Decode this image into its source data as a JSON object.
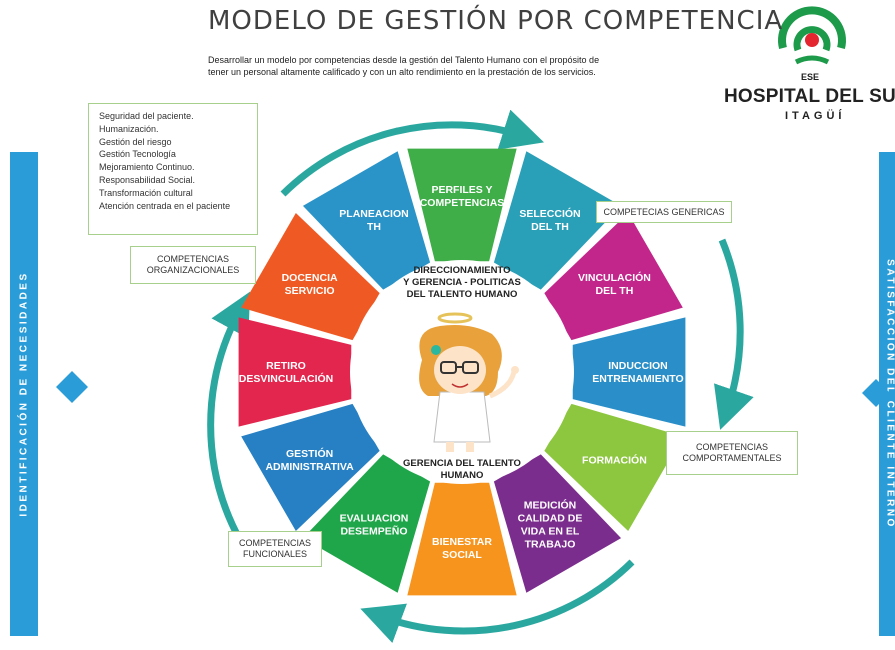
{
  "header": {
    "title": "MODELO DE GESTIÓN POR COMPETENCIA",
    "subtitle_line1": "Desarrollar un modelo por competencias desde la gestión del Talento Humano con el propósito de",
    "subtitle_line2": "tener un personal altamente calificado y con un alto rendimiento en la prestación de los servicios."
  },
  "logo": {
    "ese": "ESE",
    "name": "HOSPITAL DEL SUR",
    "city": "ITAGÜÍ"
  },
  "values_list": [
    "Seguridad del paciente.",
    "Humanización.",
    "Gestión del riesgo",
    "Gestión Tecnología",
    "Mejoramiento Continuo.",
    "Responsabilidad Social.",
    "Transformación cultural",
    "Atención centrada en el paciente"
  ],
  "competency_tags": {
    "organizacionales": [
      "COMPETENCIAS",
      "ORGANIZACIONALES"
    ],
    "genericas": [
      "COMPETECIAS GENERICAS"
    ],
    "comportamentales": [
      "COMPETENCIAS",
      "COMPORTAMENTALES"
    ],
    "funcionales": [
      "COMPETENCIAS",
      "FUNCIONALES"
    ]
  },
  "center": {
    "top": [
      "DIRECCIONAMIENTO",
      "Y GERENCIA - POLITICAS",
      "DEL TALENTO HUMANO"
    ],
    "bottom": [
      "GERENCIA DEL TALENTO",
      "HUMANO"
    ]
  },
  "segments": [
    {
      "lines": [
        "PERFILES Y",
        "COMPETENCIAS"
      ],
      "color": "#3fae49"
    },
    {
      "lines": [
        "SELECCIÓN",
        "DEL TH"
      ],
      "color": "#2a9fb8"
    },
    {
      "lines": [
        "VINCULACIÓN",
        "DEL TH"
      ],
      "color": "#c2268a"
    },
    {
      "lines": [
        "INDUCCION",
        "ENTRENAMIENTO"
      ],
      "color": "#2a8fc8"
    },
    {
      "lines": [
        "FORMACIÓN"
      ],
      "color": "#8dc63f"
    },
    {
      "lines": [
        "MEDICIÓN",
        "CALIDAD DE",
        "VIDA EN EL",
        "TRABAJO"
      ],
      "color": "#7b2d8e"
    },
    {
      "lines": [
        "BIENESTAR",
        "SOCIAL"
      ],
      "color": "#f7941d"
    },
    {
      "lines": [
        "EVALUACION",
        "DESEMPEÑO"
      ],
      "color": "#1fa64a"
    },
    {
      "lines": [
        "GESTIÓN",
        "ADMINISTRATIVA"
      ],
      "color": "#2780c3"
    },
    {
      "lines": [
        "RETIRO",
        "DESVINCULACIÓN"
      ],
      "color": "#e2264e"
    },
    {
      "lines": [
        "DOCENCIA",
        "SERVICIO"
      ],
      "color": "#ef5a24"
    },
    {
      "lines": [
        "PLANEACION",
        "TH"
      ],
      "color": "#2a94c8"
    }
  ],
  "side_labels": {
    "left": "IDENTIFICACIÓN DE NECESIDADES",
    "right": "SATISFACCIÓN DEL CLIENTE INTERNO"
  },
  "colors": {
    "arrow": "#2aa8a0",
    "side_bar": "#2a9dd8",
    "tag_border": "#a8d08d",
    "logo_red": "#e3262f",
    "logo_green": "#1d9a4a"
  }
}
